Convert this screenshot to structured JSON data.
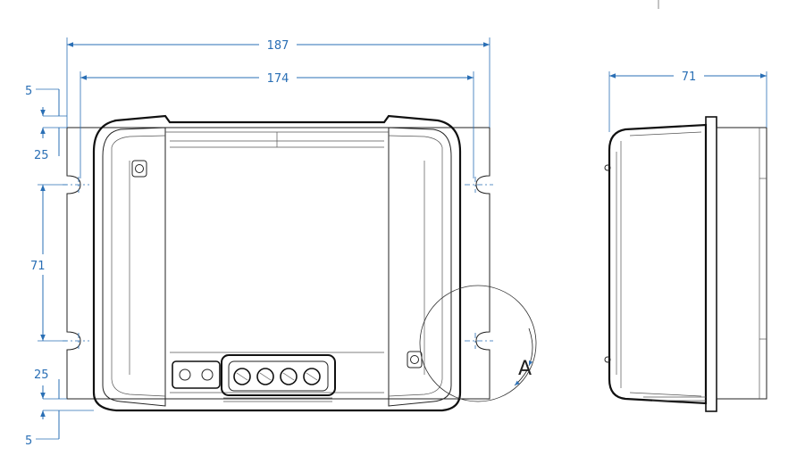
{
  "dimensions": {
    "overall_width": "187",
    "inner_width": "174",
    "top_offset": "5",
    "top_slot": "25",
    "slot_spacing": "71",
    "bottom_slot": "25",
    "bottom_offset": "5",
    "side_depth": "71"
  },
  "detail": {
    "label": "A"
  },
  "colors": {
    "dimension": "#2a6fb5",
    "outline": "#111111"
  }
}
